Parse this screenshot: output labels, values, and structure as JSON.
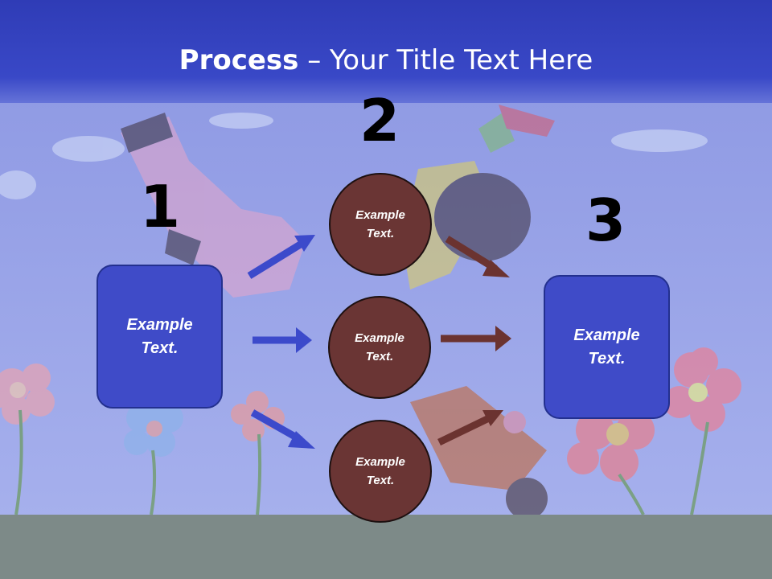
{
  "title": {
    "bold": "Process",
    "dash": " – ",
    "rest": "Your Title Text Here"
  },
  "steps": [
    {
      "number": "1",
      "box_text": "Example Text."
    },
    {
      "number": "2"
    },
    {
      "number": "3",
      "box_text": "Example Text."
    }
  ],
  "circles": [
    {
      "text": "Example Text."
    },
    {
      "text": "Example Text."
    },
    {
      "text": "Example Text."
    }
  ],
  "colors": {
    "header": "#3443c4",
    "box_fill": "#3f4bc8",
    "circle_fill": "#6a3534",
    "arrow_blue": "#3c4acb",
    "arrow_brown": "#6b3330"
  }
}
